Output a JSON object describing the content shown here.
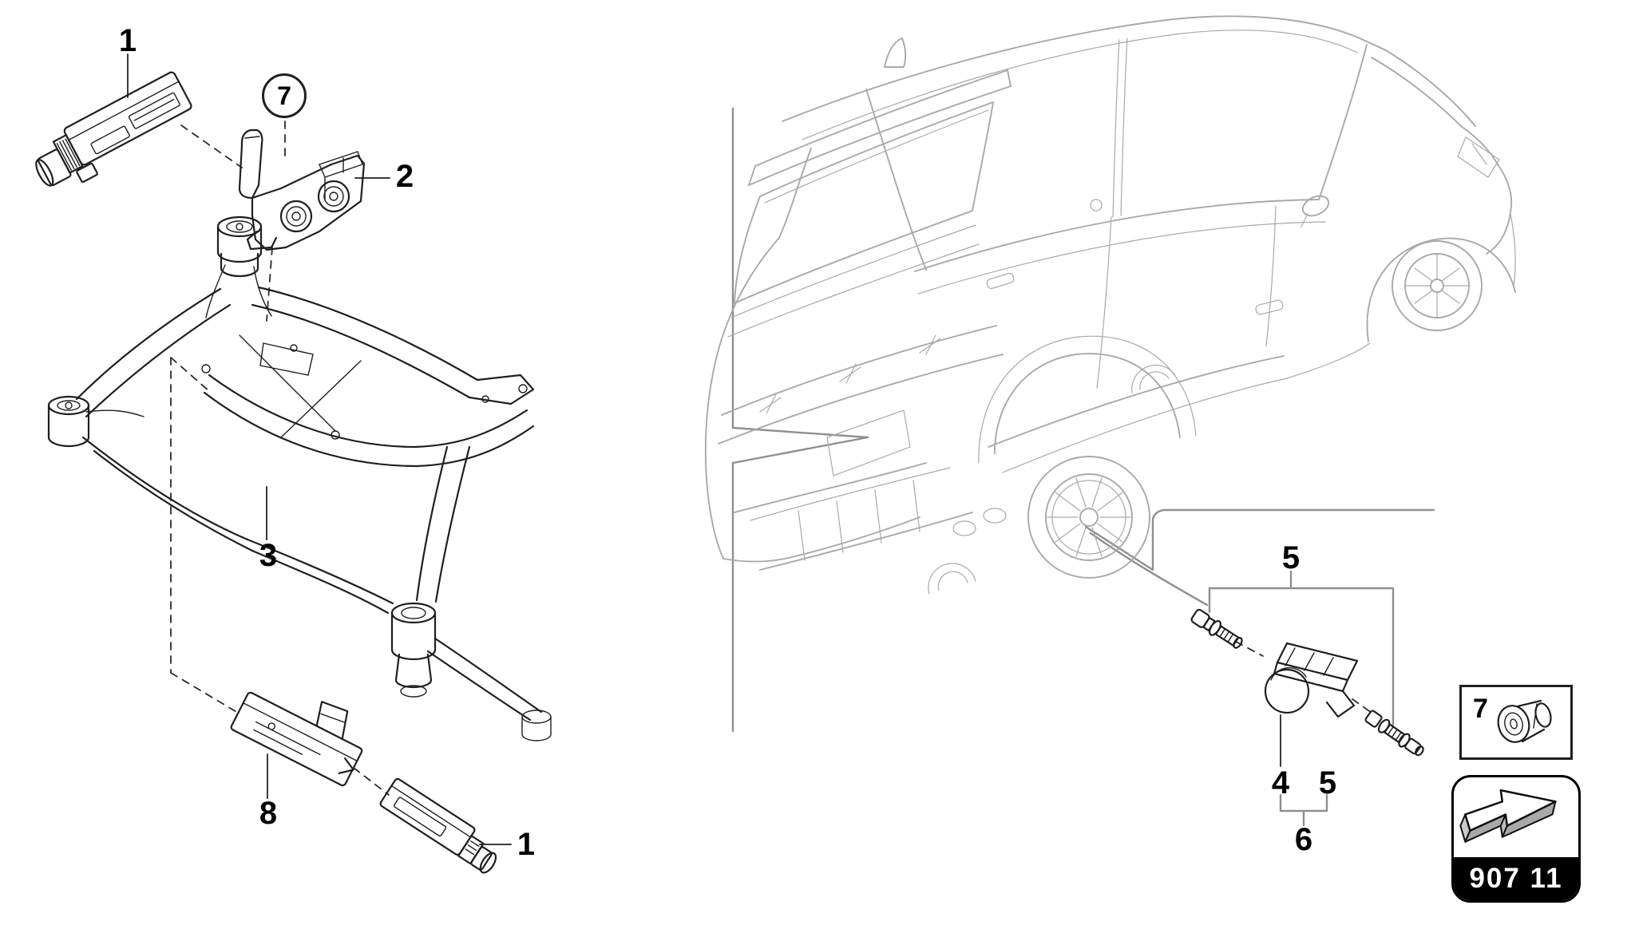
{
  "page": {
    "background": "#ffffff"
  },
  "callouts": {
    "top_antenna": "1",
    "bracket_badge": "7",
    "bracket": "2",
    "subframe": "3",
    "holder": "8",
    "bottom_antenna": "1",
    "valve_group_top": "5",
    "sensor": "4",
    "valve_group_bottom": "5",
    "sensor_kit": "6",
    "nut_box": "7"
  },
  "part_group": {
    "code": "907 11"
  },
  "colors": {
    "page-bg": "#ffffff",
    "part-line": "#1f1f1f",
    "car-line": "#a9a9a9",
    "pointer-line": "#8f8f8f",
    "dash-line": "#2a2a2a",
    "label-ink": "#000000",
    "code-bg": "#000000",
    "code-fg": "#ffffff"
  }
}
